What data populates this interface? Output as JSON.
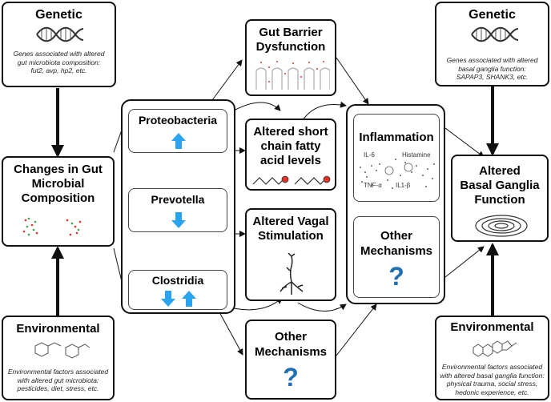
{
  "genetic_left": {
    "title": "Genetic",
    "desc_line1": "Genes associated with altered",
    "desc_line2": "gut microbiota composition:",
    "desc_line3": "fut2, avp, hp2, etc."
  },
  "gut_changes": {
    "line1": "Changes in Gut",
    "line2": "Microbial",
    "line3": "Composition"
  },
  "environmental_left": {
    "title": "Environmental",
    "desc_line1": "Environmental factors associated",
    "desc_line2": "with altered gut microbiota:",
    "desc_line3": "pesticides, diet, stress, etc."
  },
  "bacteria": {
    "proteobacteria": "Proteobacteria",
    "prevotella": "Prevotella",
    "clostridia": "Clostridia"
  },
  "mechanisms": {
    "gut_barrier_line1": "Gut Barrier",
    "gut_barrier_line2": "Dysfunction",
    "scfa_line1": "Altered short",
    "scfa_line2": "chain fatty",
    "scfa_line3": "acid levels",
    "vagal_line1": "Altered Vagal",
    "vagal_line2": "Stimulation",
    "other_line1": "Other",
    "other_line2": "Mechanisms",
    "other_q": "?"
  },
  "inflammation": {
    "title": "Inflammation",
    "il6": "IL-6",
    "histamine": "Histamine",
    "tnf": "TNF-α",
    "il1b": "IL1-β"
  },
  "other_right": {
    "line1": "Other",
    "line2": "Mechanisms",
    "q": "?"
  },
  "basal_ganglia": {
    "line1": "Altered",
    "line2": "Basal Ganglia",
    "line3": "Function"
  },
  "genetic_right": {
    "title": "Genetic",
    "desc_line1": "Genes associated with altered",
    "desc_line2": "basal ganglia function:",
    "desc_line3": "SAPAP3, SHANK3, etc."
  },
  "environmental_right": {
    "title": "Environmental",
    "desc_line1": "Environmental factors associated",
    "desc_line2": "with altered basal ganglia function:",
    "desc_line3": "physical trauma, social stress,",
    "desc_line4": "hedonic experience, etc."
  },
  "colors": {
    "arrow_blue": "#2aa3f0",
    "question_blue": "#1f6fb5",
    "red_dot": "#e0342b"
  },
  "icons": [
    "dna-icon",
    "chemical-structure-icon",
    "steroid-structure-icon",
    "neuron-icon",
    "basal-ganglia-icon",
    "gut-villi-icon",
    "bacteria-dots-icon",
    "fatty-acid-icon",
    "cytokine-dots-icon"
  ]
}
